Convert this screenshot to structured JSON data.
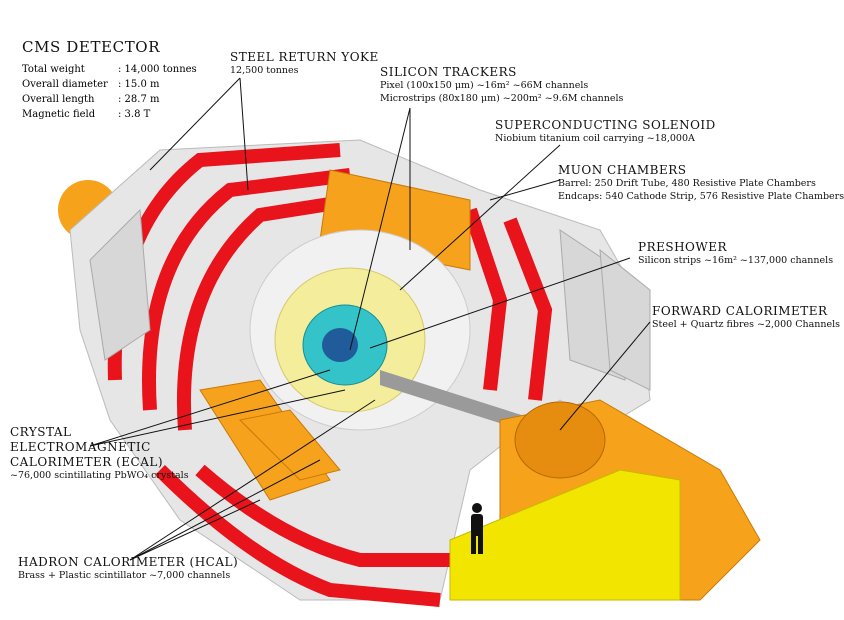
{
  "title": "CMS DETECTOR",
  "specs": [
    {
      "key": "Total weight",
      "value": ": 14,000 tonnes"
    },
    {
      "key": "Overall diameter",
      "value": ": 15.0 m"
    },
    {
      "key": "Overall length",
      "value": ": 28.7 m"
    },
    {
      "key": "Magnetic field",
      "value": ": 3.8 T"
    }
  ],
  "labels": {
    "yoke": {
      "title": "STEEL RETURN YOKE",
      "detail": "12,500 tonnes"
    },
    "trackers": {
      "title": "SILICON TRACKERS",
      "detail1": "Pixel (100x150 μm) ~16m² ~66M channels",
      "detail2": "Microstrips (80x180 μm) ~200m² ~9.6M channels"
    },
    "solenoid": {
      "title": "SUPERCONDUCTING SOLENOID",
      "detail": "Niobium titanium coil carrying ~18,000A"
    },
    "muon": {
      "title": "MUON CHAMBERS",
      "detail1": "Barrel: 250 Drift Tube, 480 Resistive Plate Chambers",
      "detail2": "Endcaps: 540 Cathode Strip, 576 Resistive Plate Chambers"
    },
    "preshower": {
      "title": "PRESHOWER",
      "detail": "Silicon strips ~16m² ~137,000 channels"
    },
    "forward": {
      "title": "FORWARD CALORIMETER",
      "detail": "Steel + Quartz fibres ~2,000 Channels"
    },
    "ecal": {
      "line1": "CRYSTAL",
      "line2": "ELECTROMAGNETIC",
      "line3": "CALORIMETER (ECAL)",
      "detail": "~76,000 scintillating PbWO₄ crystals"
    },
    "hcal": {
      "title": "HADRON CALORIMETER (HCAL)",
      "detail": "Brass + Plastic scintillator ~7,000 channels"
    }
  },
  "colors": {
    "yoke_red": "#e8131b",
    "yoke_grey": "#d9d9d9",
    "hcal_orange": "#f6a21c",
    "ecal_cyan": "#33c3c8",
    "beam_orange": "#f9a01b",
    "tracker_yellow": "#f4ee9c",
    "support_yellow": "#f2e600"
  }
}
